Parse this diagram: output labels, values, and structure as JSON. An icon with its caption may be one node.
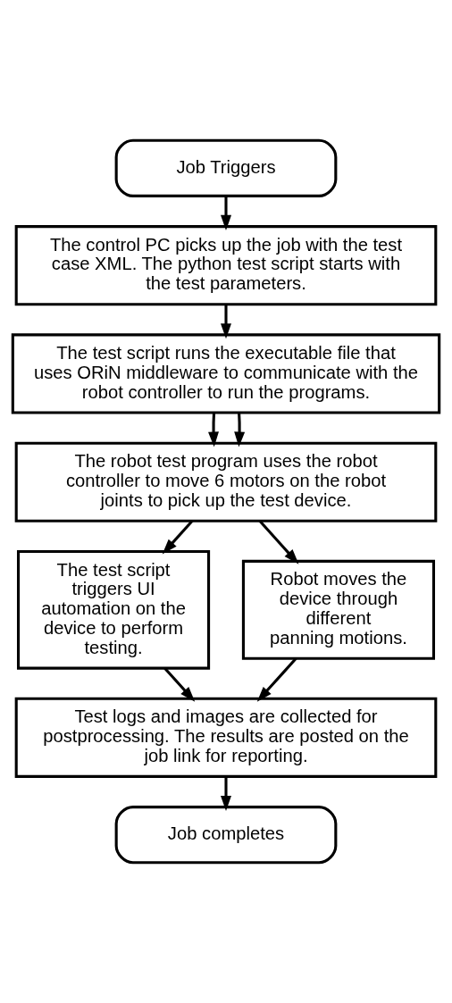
{
  "diagram": {
    "nodes": [
      {
        "text": [
          "Job Triggers"
        ]
      },
      {
        "text": [
          "The control PC picks up the job with the test case XML. The python test script starts with the test parameters."
        ]
      },
      {
        "text": [
          "The test script runs the executable file that uses ORiN middleware to communicate with the robot controller to run the programs."
        ]
      },
      {
        "text": [
          "The robot test program uses the robot controller to move 6 motors on the robot joints to pick up the test device."
        ]
      },
      {
        "text": [
          "The test script triggers UI automation on the device to perform testing."
        ]
      },
      {
        "text": [
          "Robot moves the device through different panning motions."
        ]
      },
      {
        "text": [
          "Test logs and images are collected for postprocessing. The results are posted on the job link for reporting."
        ]
      },
      {
        "text": [
          "Job completes"
        ]
      }
    ],
    "edges": [
      {
        "from": 0,
        "to": 1,
        "arrow": "to"
      },
      {
        "from": 1,
        "to": 2,
        "arrow": "to"
      },
      {
        "from": 2,
        "to": 3,
        "arrow": "to"
      },
      {
        "from": 2,
        "to": 3,
        "arrow": "to"
      },
      {
        "from": 3,
        "to": 4,
        "arrow": "to"
      },
      {
        "from": 3,
        "to": 5,
        "arrow": "to"
      },
      {
        "from": 4,
        "to": 6,
        "arrow": "to"
      },
      {
        "from": 5,
        "to": 6,
        "arrow": "to"
      },
      {
        "from": 6,
        "to": 7,
        "arrow": "to"
      }
    ]
  }
}
